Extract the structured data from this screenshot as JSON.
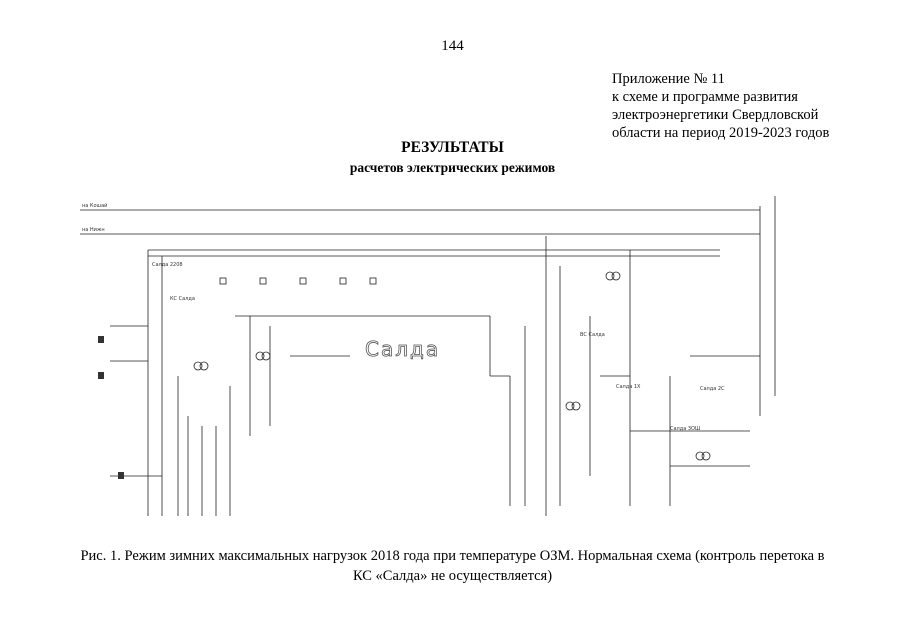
{
  "page": {
    "number": "144"
  },
  "appendix": {
    "lines": [
      "Приложение № 11",
      "к схеме и программе развития",
      "электроэнергетики Свердловской",
      "области на период 2019-2023 годов"
    ]
  },
  "heading": {
    "title": "РЕЗУЛЬТАТЫ",
    "subtitle": "расчетов электрических режимов"
  },
  "diagram": {
    "area_label": "Салда",
    "top_left_labels": [
      "на Кошай",
      "на Нижн"
    ],
    "substations": [
      "Салда 2208",
      "КС Салда",
      "ВС Салда",
      "Салда 1Х",
      "Салда 2С",
      "Салда 3ОШ"
    ]
  },
  "caption": {
    "lines": [
      "Рис. 1. Режим зимних максимальных нагрузок 2018 года при температуре ОЗМ. Нормальная схема (контроль перетока в",
      "КС «Салда» не осуществляется)"
    ]
  }
}
